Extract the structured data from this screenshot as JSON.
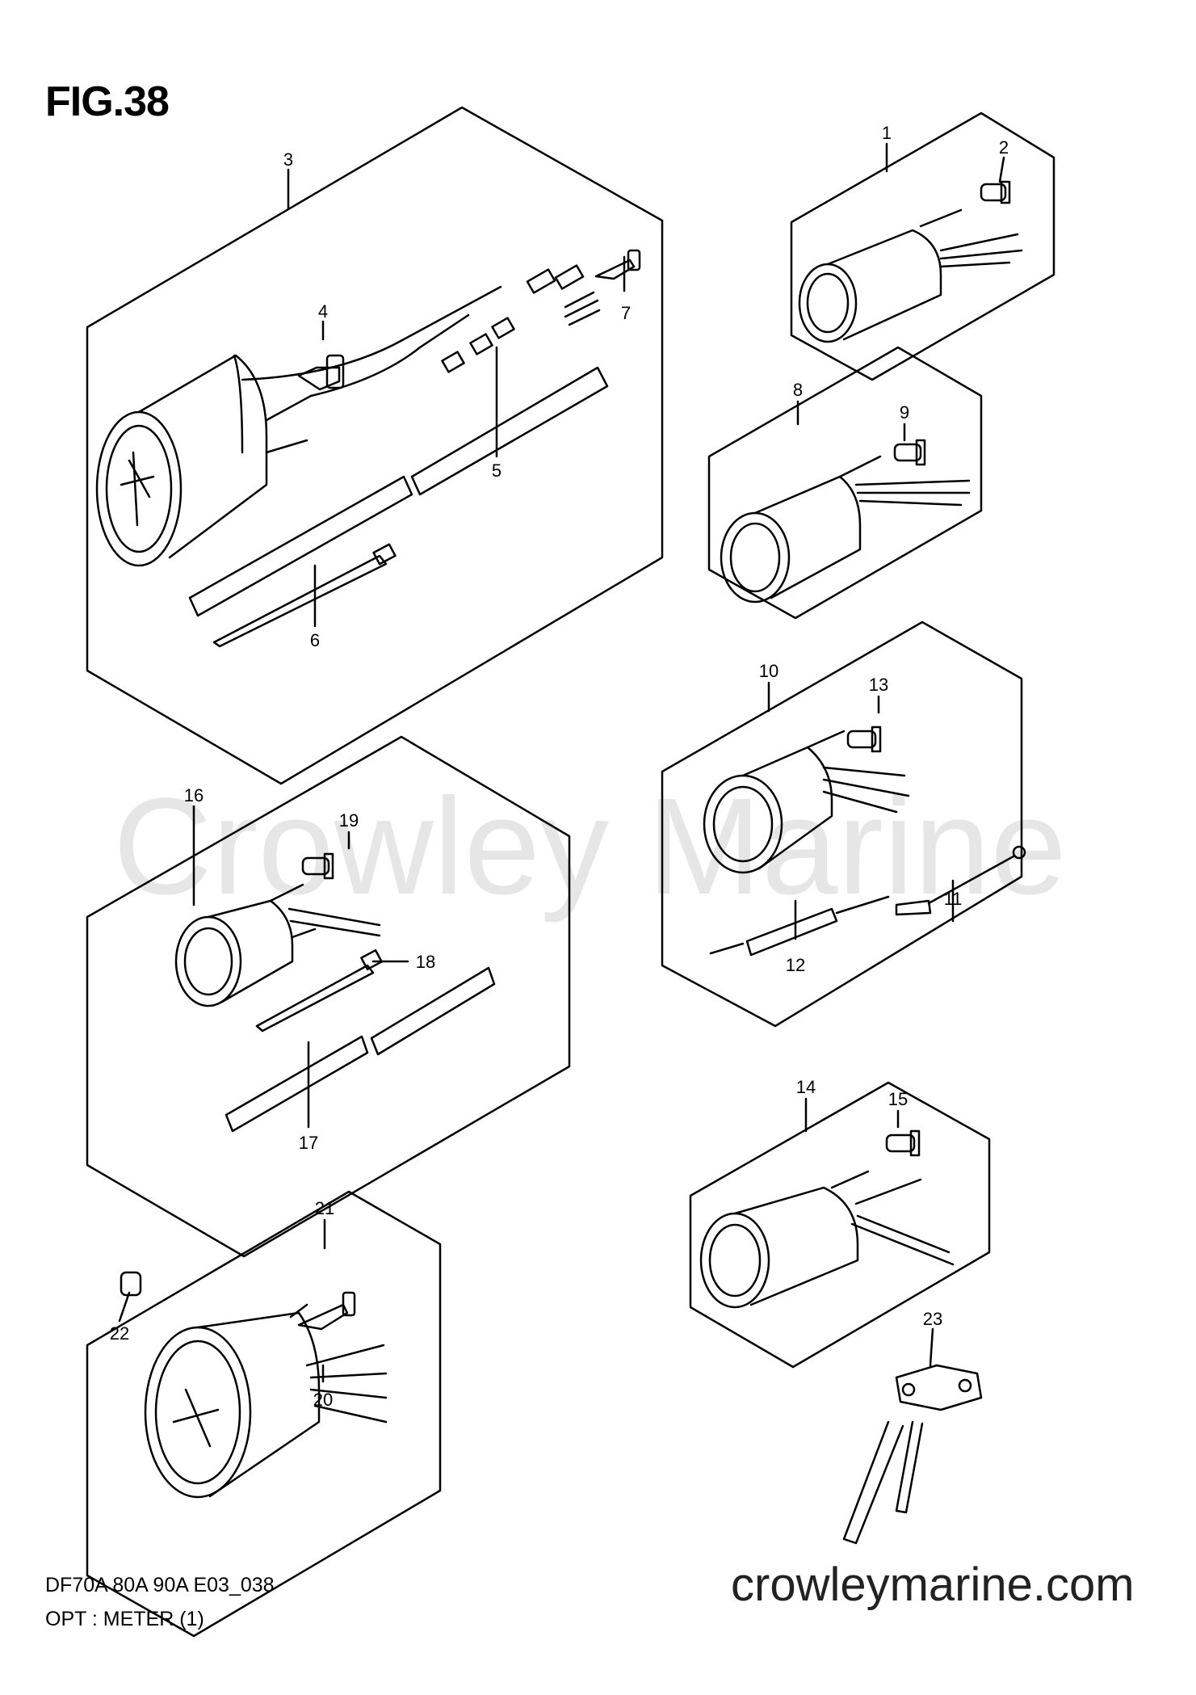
{
  "figure": {
    "title": "FIG.38",
    "model_code": "DF70A 80A 90A E03_038",
    "name": "OPT : METER (1)",
    "website": "crowleymarine.com",
    "watermark": "Crowley Marine"
  },
  "callouts": {
    "c1": "1",
    "c2": "2",
    "c3": "3",
    "c4": "4",
    "c5": "5",
    "c6": "6",
    "c7": "7",
    "c8": "8",
    "c9": "9",
    "c10": "10",
    "c11": "11",
    "c12": "12",
    "c13": "13",
    "c14": "14",
    "c15": "15",
    "c16": "16",
    "c17": "17",
    "c18": "18",
    "c19": "19",
    "c20": "20",
    "c21": "21",
    "c22": "22",
    "c23": "23"
  }
}
